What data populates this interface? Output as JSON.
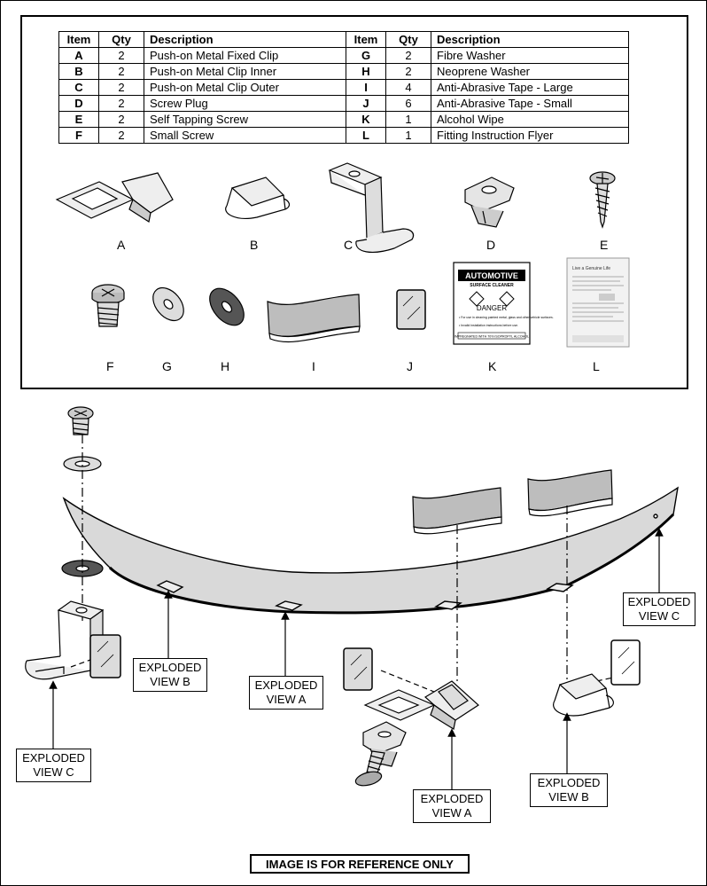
{
  "table": {
    "headers": [
      "Item",
      "Qty",
      "Description",
      "Item",
      "Qty",
      "Description"
    ],
    "rows": [
      {
        "item": "A",
        "qty": "2",
        "desc": "Push-on Metal Fixed Clip",
        "item2": "G",
        "qty2": "2",
        "desc2": "Fibre Washer"
      },
      {
        "item": "B",
        "qty": "2",
        "desc": "Push-on Metal Clip Inner",
        "item2": "H",
        "qty2": "2",
        "desc2": "Neoprene Washer"
      },
      {
        "item": "C",
        "qty": "2",
        "desc": "Push-on Metal Clip Outer",
        "item2": "I",
        "qty2": "4",
        "desc2": "Anti-Abrasive Tape - Large"
      },
      {
        "item": "D",
        "qty": "2",
        "desc": "Screw Plug",
        "item2": "J",
        "qty2": "6",
        "desc2": "Anti-Abrasive Tape - Small"
      },
      {
        "item": "E",
        "qty": "2",
        "desc": "Self Tapping Screw",
        "item2": "K",
        "qty2": "1",
        "desc2": "Alcohol Wipe"
      },
      {
        "item": "F",
        "qty": "2",
        "desc": "Small Screw",
        "item2": "L",
        "qty2": "1",
        "desc2": "Fitting Instruction Flyer"
      }
    ]
  },
  "part_labels": {
    "a": "A",
    "b": "B",
    "c": "C",
    "d": "D",
    "e": "E",
    "f": "F",
    "g": "G",
    "h": "H",
    "i": "I",
    "j": "J",
    "k": "K",
    "l": "L"
  },
  "wipe": {
    "brand": "AUTOMOTIVE",
    "sub": "SURFACE CLEANER",
    "warning": "DANGER",
    "line1": "• For use in cleaning painted metal, glass and other vehicle surfaces.",
    "line2": "• Invalid installation instructions before use.",
    "footer": "IMPREGNATED WITH 70% ISOPROPYL ALCOHOL"
  },
  "flyer": {
    "title": "Live a Genuine Life"
  },
  "callouts": {
    "view_c_right": [
      "EXPLODED",
      "VIEW C"
    ],
    "view_b_left": [
      "EXPLODED",
      "VIEW B"
    ],
    "view_a_mid": [
      "EXPLODED",
      "VIEW A"
    ],
    "view_c_left": [
      "EXPLODED",
      "VIEW C"
    ],
    "view_a_bottom": [
      "EXPLODED",
      "VIEW A"
    ],
    "view_b_right": [
      "EXPLODED",
      "VIEW B"
    ]
  },
  "footer_note": "IMAGE IS FOR REFERENCE ONLY",
  "colors": {
    "line": "#000000",
    "metal": "#e8e8e8",
    "deflector": "#d9d9d9",
    "tape": "#bdbdbd",
    "washer_dark": "#555555"
  }
}
